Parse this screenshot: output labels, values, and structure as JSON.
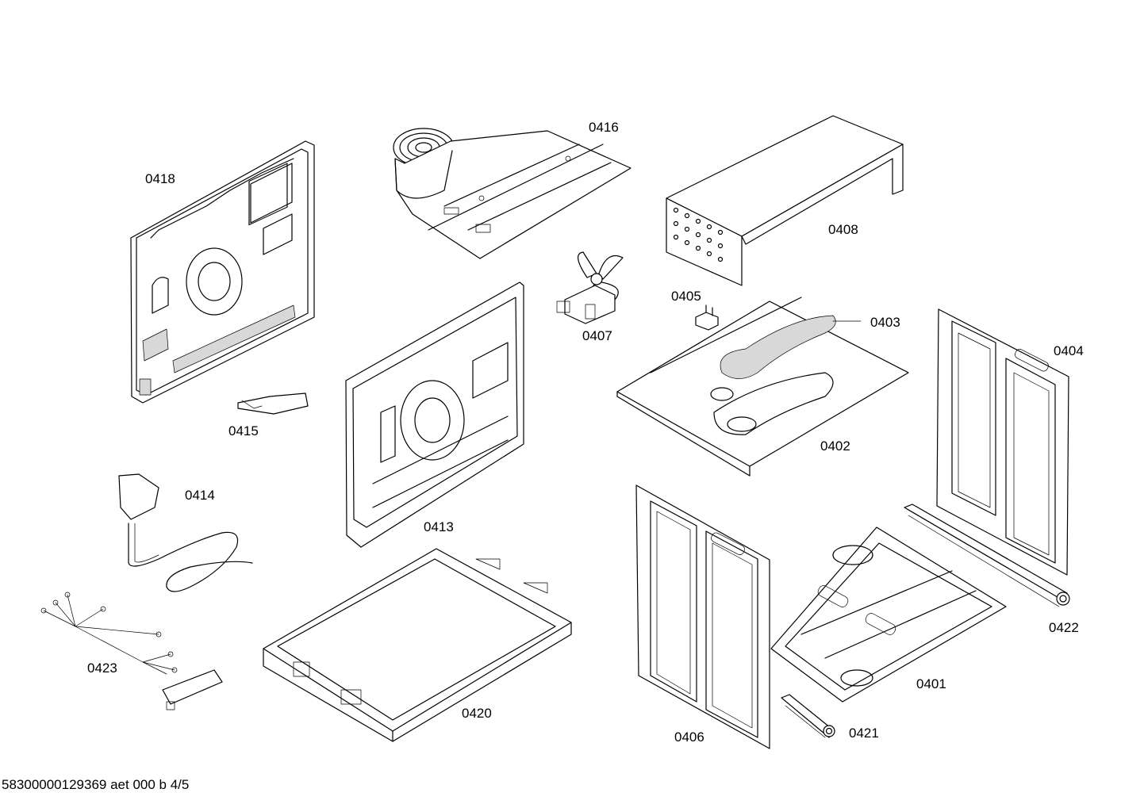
{
  "parts": [
    {
      "id": "rear-cover",
      "label": "0418"
    },
    {
      "id": "cooling-fan-duct",
      "label": "0416"
    },
    {
      "id": "top-cover",
      "label": "0408"
    },
    {
      "id": "fan-motor",
      "label": "0407"
    },
    {
      "id": "thermostat",
      "label": "0405"
    },
    {
      "id": "heater-plate",
      "label": "0403"
    },
    {
      "id": "side-panel-right",
      "label": "0404"
    },
    {
      "id": "base-plate",
      "label": "0402"
    },
    {
      "id": "cable-holder",
      "label": "0415"
    },
    {
      "id": "power-cord",
      "label": "0414"
    },
    {
      "id": "rear-panel",
      "label": "0413"
    },
    {
      "id": "telescopic-rail-right",
      "label": "0422"
    },
    {
      "id": "wiring-harness",
      "label": "0423"
    },
    {
      "id": "bottom-frame",
      "label": "0420"
    },
    {
      "id": "oven-floor-frame",
      "label": "0401"
    },
    {
      "id": "side-panel-left",
      "label": "0406"
    },
    {
      "id": "telescopic-rail-left",
      "label": "0421"
    }
  ],
  "footer": "58300000129369 aet 000 b 4/5"
}
